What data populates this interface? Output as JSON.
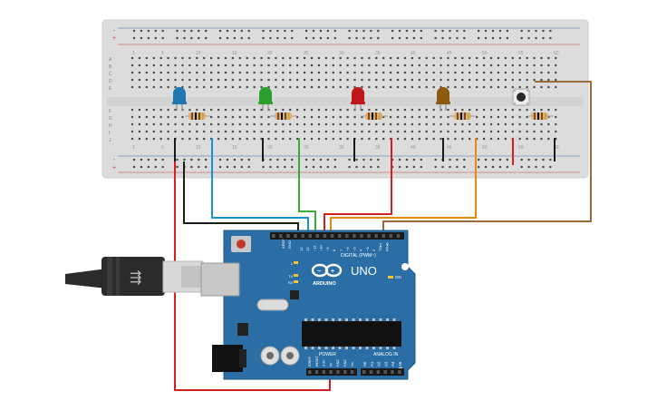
{
  "breadboard": {
    "column_numbers": [
      "1",
      "5",
      "10",
      "15",
      "20",
      "25",
      "30",
      "35",
      "40",
      "45",
      "50",
      "55",
      "60"
    ],
    "row_letters_top": [
      "A",
      "B",
      "C",
      "D",
      "E"
    ],
    "row_letters_bottom": [
      "F",
      "G",
      "H",
      "I",
      "J"
    ],
    "rail_plus": "+",
    "rail_minus": "-"
  },
  "leds": [
    {
      "name": "blue-led",
      "color": "#1f77b4"
    },
    {
      "name": "green-led",
      "color": "#2ca02c"
    },
    {
      "name": "red-led",
      "color": "#c0161a"
    },
    {
      "name": "amber-led",
      "color": "#8b5a10"
    }
  ],
  "wire_colors": {
    "black": "#1a1a1a",
    "blue": "#1a8fd1",
    "green": "#3aab3a",
    "red": "#d42020",
    "orange": "#e8890c",
    "brown": "#9c6a3a"
  },
  "arduino": {
    "logo_text": "ARDUINO",
    "model": "UNO",
    "on_label": "ON",
    "digital_label": "DIGITAL (PWM~)",
    "power_label": "POWER",
    "analog_label": "ANALOG IN",
    "aref": "AREF",
    "gnd": "GND",
    "digital_pins": [
      "13",
      "12",
      "~11",
      "~10",
      "~9",
      "8",
      "7",
      "~6",
      "~5",
      "4",
      "~3",
      "2",
      "TX▸1",
      "RX◂0"
    ],
    "power_pins": [
      "IOREF",
      "RESET",
      "3.3V",
      "5V",
      "GND",
      "GND",
      "Vin"
    ],
    "analog_pins": [
      "A0",
      "A1",
      "A2",
      "A3",
      "A4",
      "A5"
    ],
    "l_label": "L",
    "tx_label": "TX",
    "rx_label": "RX",
    "board_color": "#2b6ea6"
  }
}
